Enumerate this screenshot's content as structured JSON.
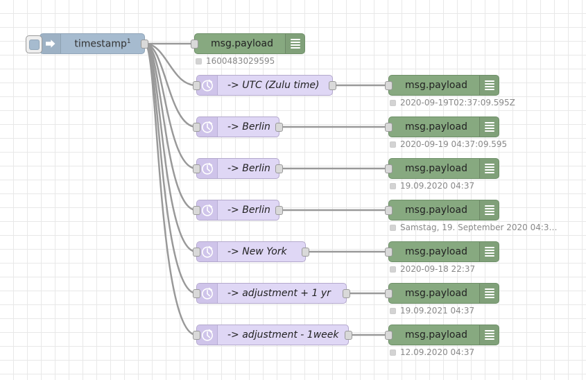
{
  "editor": {
    "name": "node-red-flow-canvas",
    "grid_size": 20,
    "colors": {
      "inject": "#a6bbcf",
      "moment": "#dfd7f5",
      "debug": "#87a980",
      "grid": "#e8e8e8",
      "wire": "#999999",
      "status_text": "#888888"
    }
  },
  "inject_node": {
    "label": "timestamp",
    "superscript": "1",
    "icon": "arrow-right-icon",
    "button": "inject-trigger-button"
  },
  "rows": [
    {
      "moment": null,
      "debug": {
        "label": "msg.payload",
        "icon": "hamburger-icon",
        "active": false,
        "status": "1600483029595"
      }
    },
    {
      "moment": {
        "label": "-> UTC (Zulu time)",
        "icon": "clock-icon"
      },
      "debug": {
        "label": "msg.payload",
        "icon": "hamburger-icon",
        "active": true,
        "status": "2020-09-19T02:37:09.595Z"
      }
    },
    {
      "moment": {
        "label": "-> Berlin",
        "icon": "clock-icon"
      },
      "debug": {
        "label": "msg.payload",
        "icon": "hamburger-icon",
        "active": true,
        "status": "2020-09-19 04:37:09.595"
      }
    },
    {
      "moment": {
        "label": "-> Berlin",
        "icon": "clock-icon"
      },
      "debug": {
        "label": "msg.payload",
        "icon": "hamburger-icon",
        "active": true,
        "status": "19.09.2020 04:37"
      }
    },
    {
      "moment": {
        "label": "-> Berlin",
        "icon": "clock-icon"
      },
      "debug": {
        "label": "msg.payload",
        "icon": "hamburger-icon",
        "active": true,
        "status": "Samstag, 19. September 2020 04:3…"
      }
    },
    {
      "moment": {
        "label": "-> New York",
        "icon": "clock-icon"
      },
      "debug": {
        "label": "msg.payload",
        "icon": "hamburger-icon",
        "active": true,
        "status": "2020-09-18 22:37"
      }
    },
    {
      "moment": {
        "label": "-> adjustment + 1 yr",
        "icon": "clock-icon"
      },
      "debug": {
        "label": "msg.payload",
        "icon": "hamburger-icon",
        "active": true,
        "status": "19.09.2021 04:37"
      }
    },
    {
      "moment": {
        "label": "-> adjustment - 1week",
        "icon": "clock-icon"
      },
      "debug": {
        "label": "msg.payload",
        "icon": "hamburger-icon",
        "active": true,
        "status": "12.09.2020 04:37"
      }
    }
  ]
}
